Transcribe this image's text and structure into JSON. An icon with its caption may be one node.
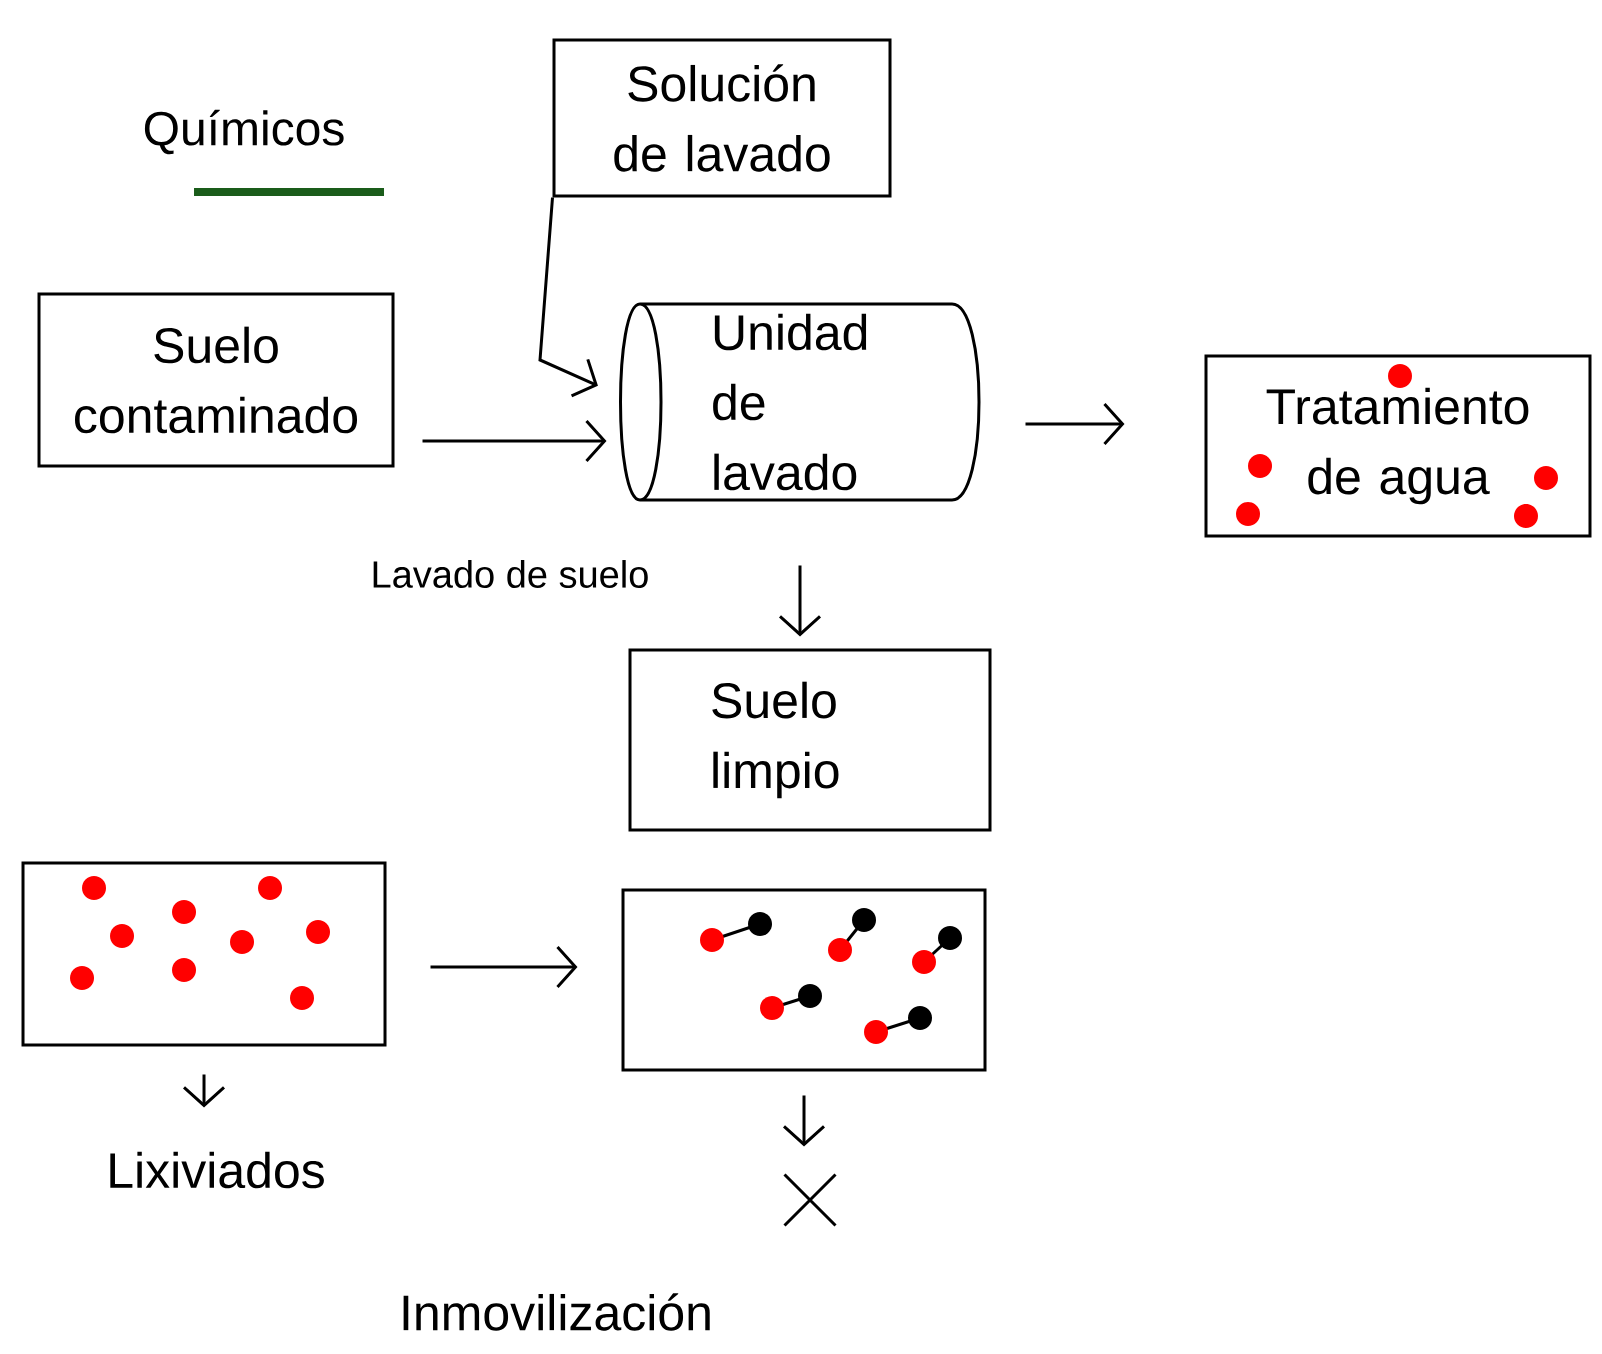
{
  "diagram": {
    "nodes": [
      {
        "text": [
          "Solución de lavado"
        ]
      },
      {
        "text": [
          "Suelo contaminado"
        ]
      },
      {
        "text": [
          "Unidad de lavado"
        ]
      },
      {
        "text": [
          "Tratamiento de agua"
        ]
      },
      {
        "text": [
          "Suelo limpio"
        ]
      },
      {
        "text": [],
        "shape": "box"
      },
      {
        "text": [],
        "shape": "box"
      },
      {
        "text": [
          "Lixiviados"
        ]
      },
      {
        "text": [],
        "shape": "cross"
      }
    ],
    "edges": [
      {
        "from": 0,
        "to": 2,
        "arrow": "to"
      },
      {
        "from": 1,
        "to": 2,
        "arrow": "to"
      },
      {
        "from": 2,
        "to": 3,
        "arrow": "to"
      },
      {
        "from": 2,
        "to": 4,
        "arrow": "to"
      },
      {
        "from": 5,
        "to": 6,
        "arrow": "to"
      },
      {
        "from": 5,
        "to": 7,
        "arrow": "to"
      },
      {
        "from": 6,
        "to": 8,
        "arrow": "to"
      }
    ],
    "labels": [
      "Lavado de suelo",
      "Inmovilización"
    ],
    "legend": [
      {
        "text": "Químicos"
      }
    ]
  }
}
